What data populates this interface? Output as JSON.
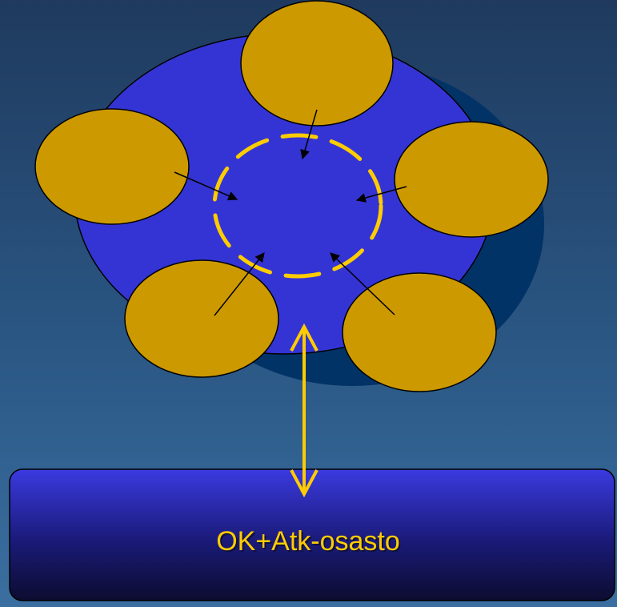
{
  "department": {
    "label": "OK+Atk-osasto"
  },
  "colors": {
    "background_top": "#1f3a5e",
    "background_bottom": "#3a6fa0",
    "main_circle": "#3434d4",
    "main_circle_shadow": "#023366",
    "unit_fill": "#cc9900",
    "dashed_core": "#ffcc00",
    "connector": "#ffcc00",
    "label_text": "#ffcc00",
    "department_box_top": "#3a3ae0",
    "department_box_bottom": "#0c0c30"
  },
  "units": [
    {
      "id": "unit-top"
    },
    {
      "id": "unit-left"
    },
    {
      "id": "unit-right"
    },
    {
      "id": "unit-bottom-left"
    },
    {
      "id": "unit-bottom-right"
    }
  ]
}
